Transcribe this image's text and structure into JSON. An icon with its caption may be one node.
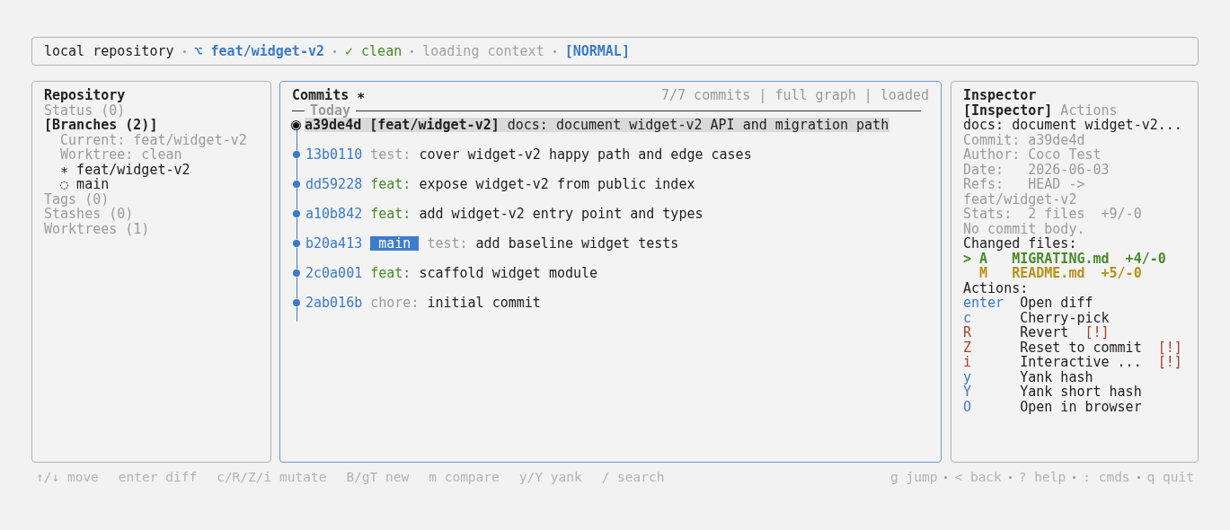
{
  "diagram": {
    "nodes": [
      {
        "text": [
          "local repository",
          "⌥ feat/widget-v2",
          "✓ clean",
          "loading context",
          "[NORMAL]"
        ]
      },
      {
        "text": [
          "Repository",
          "Status (0)",
          "[Branches (2)]",
          "Current: feat/widget-v2",
          "Worktree: clean",
          "∗ feat/widget-v2",
          "◌ main",
          "Tags (0)",
          "Stashes (0)",
          "Worktrees (1)"
        ]
      },
      {
        "text": [
          "Commits ∗",
          "7/7 commits | full graph | loaded",
          "Today"
        ]
      },
      {
        "text": [],
        "shape": "circle",
        "beside": [
          "a39de4d",
          "[feat/widget-v2]",
          "docs:",
          "document widget-v2 API and migration path"
        ],
        "in": 2
      },
      {
        "text": [],
        "shape": "circle",
        "beside": [
          "13b0110",
          "test:",
          "cover widget-v2 happy path and edge cases"
        ],
        "in": 2
      },
      {
        "text": [],
        "shape": "circle",
        "beside": [
          "dd59228",
          "feat:",
          "expose widget-v2 from public index"
        ],
        "in": 2
      },
      {
        "text": [],
        "shape": "circle",
        "beside": [
          "a10b842",
          "feat:",
          "add widget-v2 entry point and types"
        ],
        "in": 2
      },
      {
        "text": [],
        "shape": "circle",
        "beside": [
          "b20a413",
          "main",
          "test:",
          "add baseline widget tests"
        ],
        "in": 2
      },
      {
        "text": [],
        "shape": "circle",
        "beside": [
          "2c0a001",
          "feat:",
          "scaffold widget module"
        ],
        "in": 2
      },
      {
        "text": [],
        "shape": "circle",
        "beside": [
          "2ab016b",
          "chore:",
          "initial commit"
        ],
        "in": 2
      },
      {
        "text": [
          "Inspector",
          "[Inspector]",
          "Actions",
          "docs: document widget-v2...",
          "Commit: a39de4d",
          "Author: Coco Test",
          "Date:   2026-06-03",
          "Refs:   HEAD -> feat/widget-v2",
          "Stats:  2 files  +9/-0",
          "No commit body.",
          "Changed files:",
          "> A   MIGRATING.md  +4/-0",
          "M   README.md  +5/-0",
          "Actions:",
          "enter",
          "Open diff",
          "c",
          "Cherry-pick",
          "R",
          "Revert",
          "[!]",
          "Z",
          "Reset to commit",
          "[!]",
          "i",
          "Interactive ...",
          "[!]",
          "y",
          "Yank hash",
          "Y",
          "Yank short hash",
          "O",
          "Open in browser"
        ]
      }
    ],
    "edges": [
      {
        "from": 3,
        "to": 4,
        "arrow": "none"
      },
      {
        "from": 4,
        "to": 5,
        "arrow": "none"
      },
      {
        "from": 5,
        "to": 6,
        "arrow": "none"
      },
      {
        "from": 6,
        "to": 7,
        "arrow": "none"
      },
      {
        "from": 7,
        "to": 8,
        "arrow": "none"
      },
      {
        "from": 8,
        "to": 9,
        "arrow": "none"
      },
      {
        "from": 9,
        "to": null,
        "arrow": "none"
      }
    ],
    "labels": [
      "↑/↓ move",
      "enter diff",
      "c/R/Z/i mutate",
      "B/gT new",
      "m compare",
      "y/Y yank",
      "/ search",
      "g jump",
      "< back",
      "? help",
      ": cmds",
      "q quit"
    ]
  }
}
